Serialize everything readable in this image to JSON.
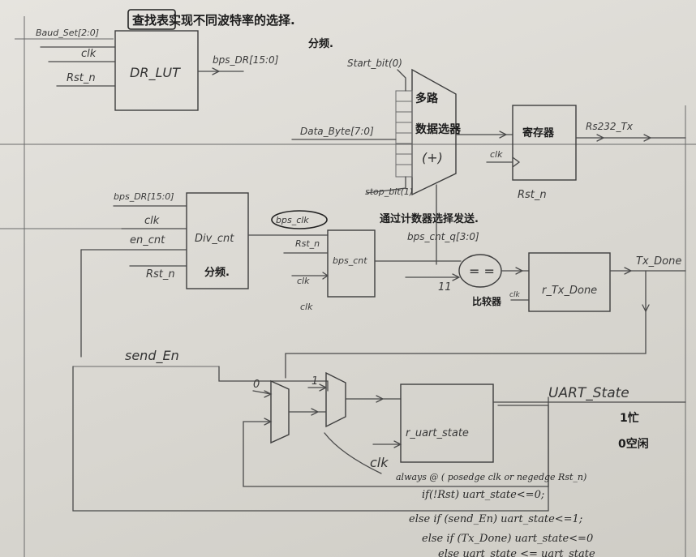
{
  "title": "查找表实现不同波特率的选择.",
  "title_sub": "分频.",
  "dr_lut": {
    "name": "DR_LUT",
    "in_baud": "Baud_Set[2:0]",
    "in_clk": "clk",
    "in_rst": "Rst_n",
    "out": "bps_DR[15:0]"
  },
  "mux": {
    "label1": "多路",
    "label2": "数据选器",
    "label3": "(+)",
    "in_start": "Start_bit(0)",
    "in_data": "Data_Byte[7:0]",
    "in_stop": "stop_bit(1)",
    "note": "通过计数器选择发送."
  },
  "reg": {
    "label": "寄存器",
    "clk": "clk",
    "rst": "Rst_n",
    "out": "Rs232_Tx"
  },
  "div_cnt": {
    "name": "Div_cnt",
    "note": "分频.",
    "in_dr": "bps_DR[15:0]",
    "in_clk": "clk",
    "in_en": "en_cnt",
    "in_rst": "Rst_n"
  },
  "bps_cnt": {
    "name": "bps_cnt",
    "in_bpsclk": "bps_clk",
    "in_rst": "Rst_n",
    "in_clk": "clk",
    "clk_below": "clk",
    "out": "bps_cnt_q[3:0]"
  },
  "comparator": {
    "symbol": "= =",
    "in_const": "11",
    "label": "比较器"
  },
  "tx_done": {
    "name": "r_Tx_Done",
    "clk": "clk",
    "out": "Tx_Done"
  },
  "send_en": "send_En",
  "state_mux": {
    "in0": "0",
    "in1": "1"
  },
  "uart_state": {
    "name": "r_uart_state",
    "clk": "clk",
    "out": "UART_State",
    "busy": "1忙",
    "idle": "0空闲"
  },
  "code": {
    "line1": "always @ ( posedge clk or negedge Rst_n)",
    "line2": "if(!Rst)   uart_state<=0;",
    "line3": "else if (send_En)  uart_state<=1;",
    "line4": "else if (Tx_Done)  uart_state<=0",
    "line5": "else  uart_state <=  uart_state"
  }
}
